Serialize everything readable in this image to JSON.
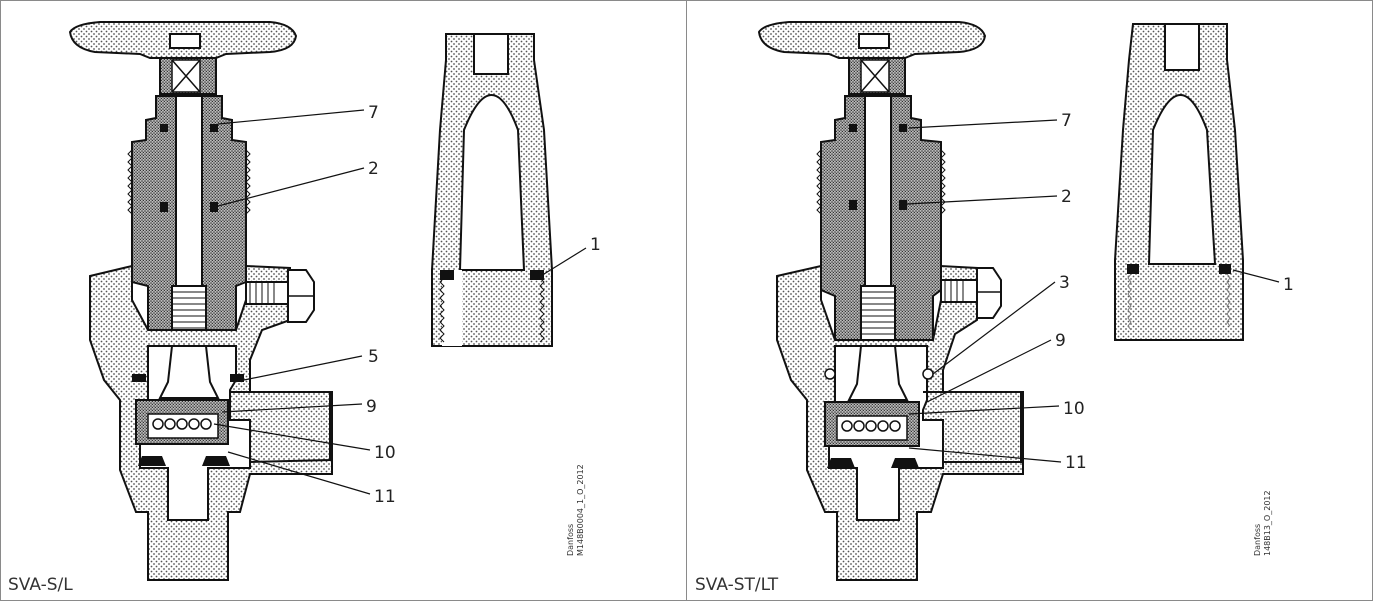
{
  "colors": {
    "hatch": "#555555",
    "outline": "#111111",
    "frame": "#8a8a8a",
    "seal": "#111111"
  },
  "panels": [
    {
      "caption": "SVA-S/L",
      "credit_line1": "Danfoss",
      "credit_line2": "M148B0004_1_O_2012",
      "callouts": [
        "7",
        "2",
        "5",
        "9",
        "10",
        "11",
        "1"
      ]
    },
    {
      "caption": "SVA-ST/LT",
      "credit_line1": "Danfoss",
      "credit_line2": "148B13_O_2012",
      "callouts": [
        "7",
        "2",
        "3",
        "9",
        "10",
        "11",
        "1"
      ]
    }
  ]
}
